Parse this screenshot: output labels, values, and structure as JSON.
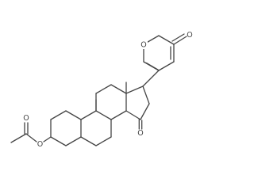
{
  "molecule": {
    "atom_labels": {
      "ring_oxygen": "O",
      "lactone_carbonyl_oxygen": "O",
      "ketone_oxygen": "O",
      "ester_oxygen": "O",
      "acetyl_carbonyl_oxygen": "O"
    }
  },
  "colors": {
    "bond": "#444444",
    "background": "#ffffff"
  }
}
